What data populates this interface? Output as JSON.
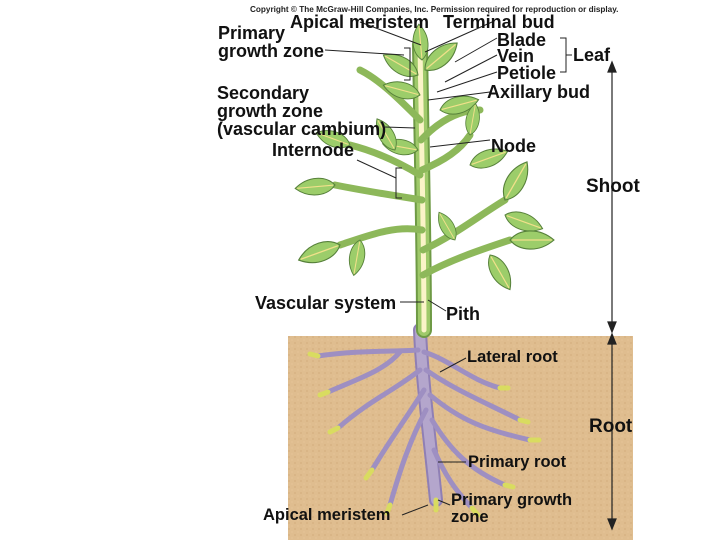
{
  "copyright": "Copyright © The McGraw-Hill Companies, Inc. Permission required for reproduction or display.",
  "labels": {
    "apical_meristem_top": "Apical meristem",
    "terminal_bud": "Terminal bud",
    "primary_growth_zone_top": [
      "Primary",
      "growth zone"
    ],
    "blade": "Blade",
    "vein": "Vein",
    "petiole": "Petiole",
    "leaf": "Leaf",
    "secondary_growth_zone": [
      "Secondary",
      "growth zone",
      "(vascular cambium)"
    ],
    "axillary_bud": "Axillary bud",
    "internode": "Internode",
    "node": "Node",
    "shoot": "Shoot",
    "vascular_system": "Vascular system",
    "pith": "Pith",
    "lateral_root": "Lateral root",
    "root": "Root",
    "primary_root": "Primary root",
    "apical_meristem_bottom": "Apical meristem",
    "primary_growth_zone_bottom": [
      "Primary growth",
      "zone"
    ]
  },
  "colors": {
    "soil": "#dfbd8f",
    "stem": "#8db85a",
    "leaf": "#9ccd6a",
    "leaf_dark": "#6e9a45",
    "vein": "#f1e08a",
    "root": "#b4a6cc",
    "root_tip": "#d9dc60",
    "vascular": "#b39ddb"
  }
}
